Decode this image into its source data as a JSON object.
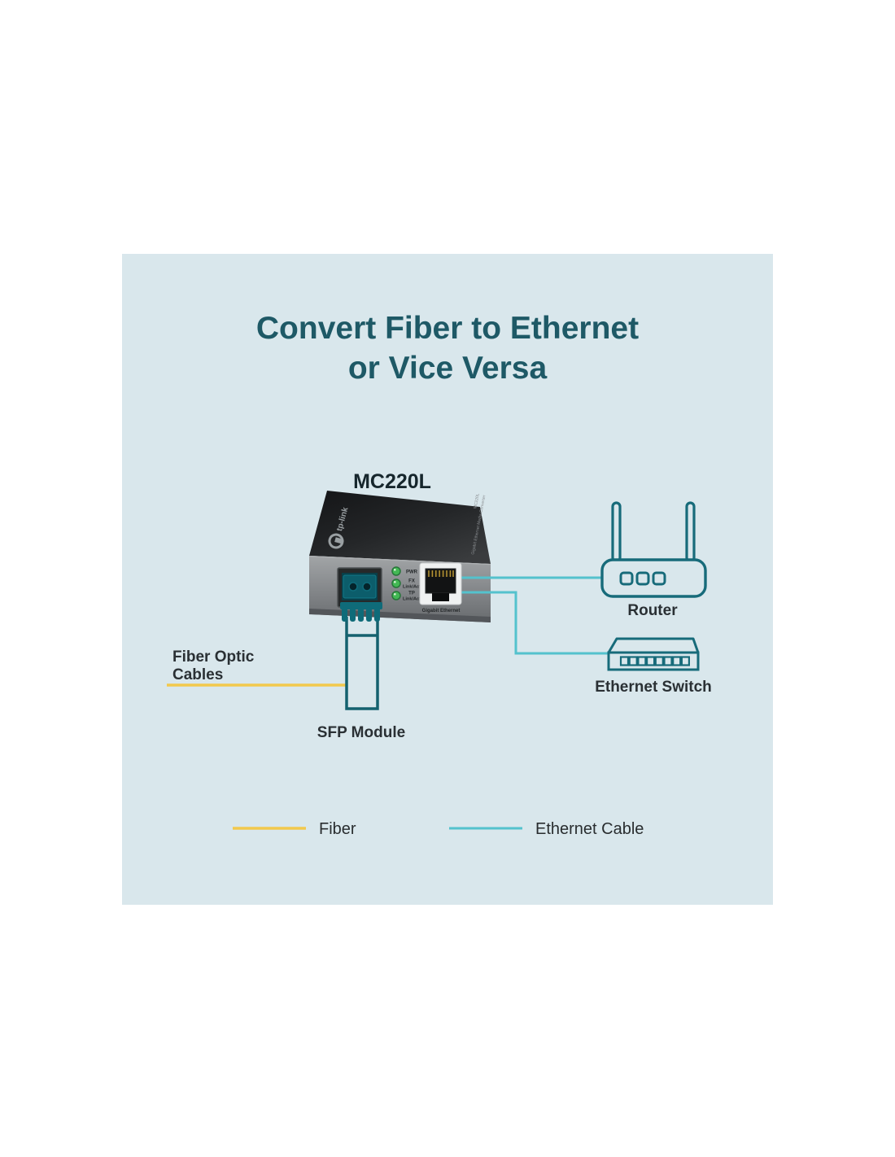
{
  "title": {
    "line1": "Convert Fiber to Ethernet",
    "line2": "or Vice Versa",
    "color": "#1e5966"
  },
  "device": {
    "model_label": "MC220L",
    "brand": "tp-link",
    "top_model_text": "MC220L",
    "top_side_text": "Gigabit Ethernet Media Converter",
    "leds": {
      "pwr": "PWR",
      "fx_line1": "FX",
      "fx_line2": "Link/Act",
      "tp_line1": "TP",
      "tp_line2": "Link/Act"
    },
    "port_label": "Gigabit Ethernet"
  },
  "nodes": {
    "router": {
      "label": "Router"
    },
    "switch": {
      "label": "Ethernet Switch"
    }
  },
  "annotations": {
    "fiber_cables": {
      "line1": "Fiber Optic",
      "line2": "Cables"
    },
    "sfp_module": {
      "label": "SFP Module"
    }
  },
  "legend": {
    "fiber": {
      "label": "Fiber",
      "color": "#f2c94c"
    },
    "ethernet": {
      "label": "Ethernet Cable",
      "color": "#54c2cd"
    }
  },
  "colors": {
    "panel_background": "#d9e7ec",
    "title_teal": "#1e5966",
    "icon_outline_teal": "#176b7a",
    "ethernet_line_cyan": "#54c2cd",
    "fiber_line_yellow": "#f2c94c",
    "label_text": "#2a3034",
    "led_green": "#43b854"
  }
}
